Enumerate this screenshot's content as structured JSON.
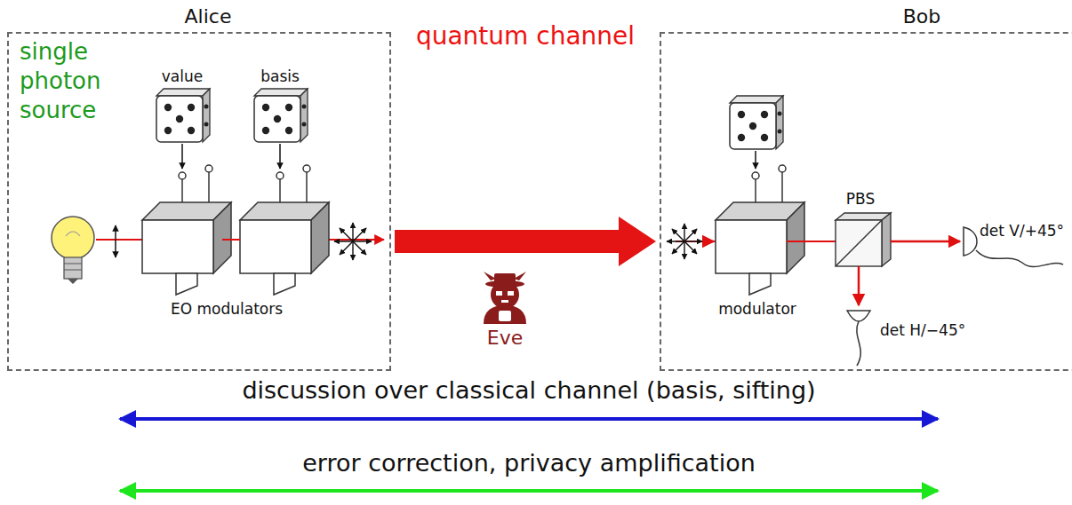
{
  "diagram": {
    "nodes": [
      {
        "text": [
          "Alice"
        ]
      },
      {
        "text": [
          "Bob"
        ]
      }
    ],
    "edges": [
      {
        "from": 0,
        "to": 1,
        "arrow": "to",
        "label": "quantum channel"
      }
    ],
    "labels": [
      "single photon source",
      "value",
      "basis",
      "EO modulators",
      "Eve",
      "PBS",
      "det V/+45°",
      "modulator",
      "det H/−45°",
      "discussion over classical channel (basis, sifting)",
      "error correction, privacy amplification"
    ]
  }
}
